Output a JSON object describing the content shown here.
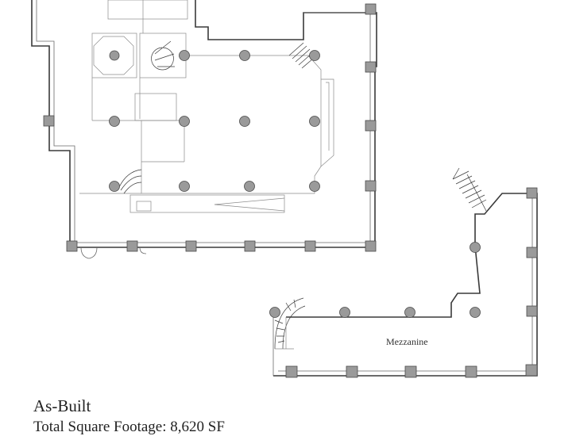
{
  "plan": {
    "title": "As-Built",
    "subtitle": "Total Square Footage: 8,620 SF",
    "rooms": [
      {
        "label": "Mezzanine"
      }
    ]
  },
  "colors": {
    "wall": "#3a3a3a",
    "column_fill": "#9a9a9a",
    "background": "#ffffff"
  }
}
